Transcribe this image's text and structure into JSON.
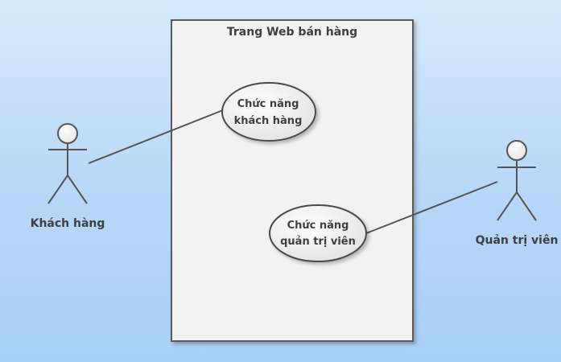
{
  "diagram": {
    "system_boundary": {
      "title": "Trang Web bán hàng"
    },
    "actors": [
      {
        "id": "customer",
        "label": "Khách hàng"
      },
      {
        "id": "admin",
        "label": "Quản trị viên"
      }
    ],
    "use_cases": [
      {
        "id": "uc_customer",
        "line1": "Chức năng",
        "line2": "khách hàng"
      },
      {
        "id": "uc_admin",
        "line1": "Chức năng",
        "line2": "quản trị viên"
      }
    ],
    "associations": [
      {
        "from": "customer",
        "to": "uc_customer"
      },
      {
        "from": "admin",
        "to": "uc_admin"
      }
    ]
  }
}
